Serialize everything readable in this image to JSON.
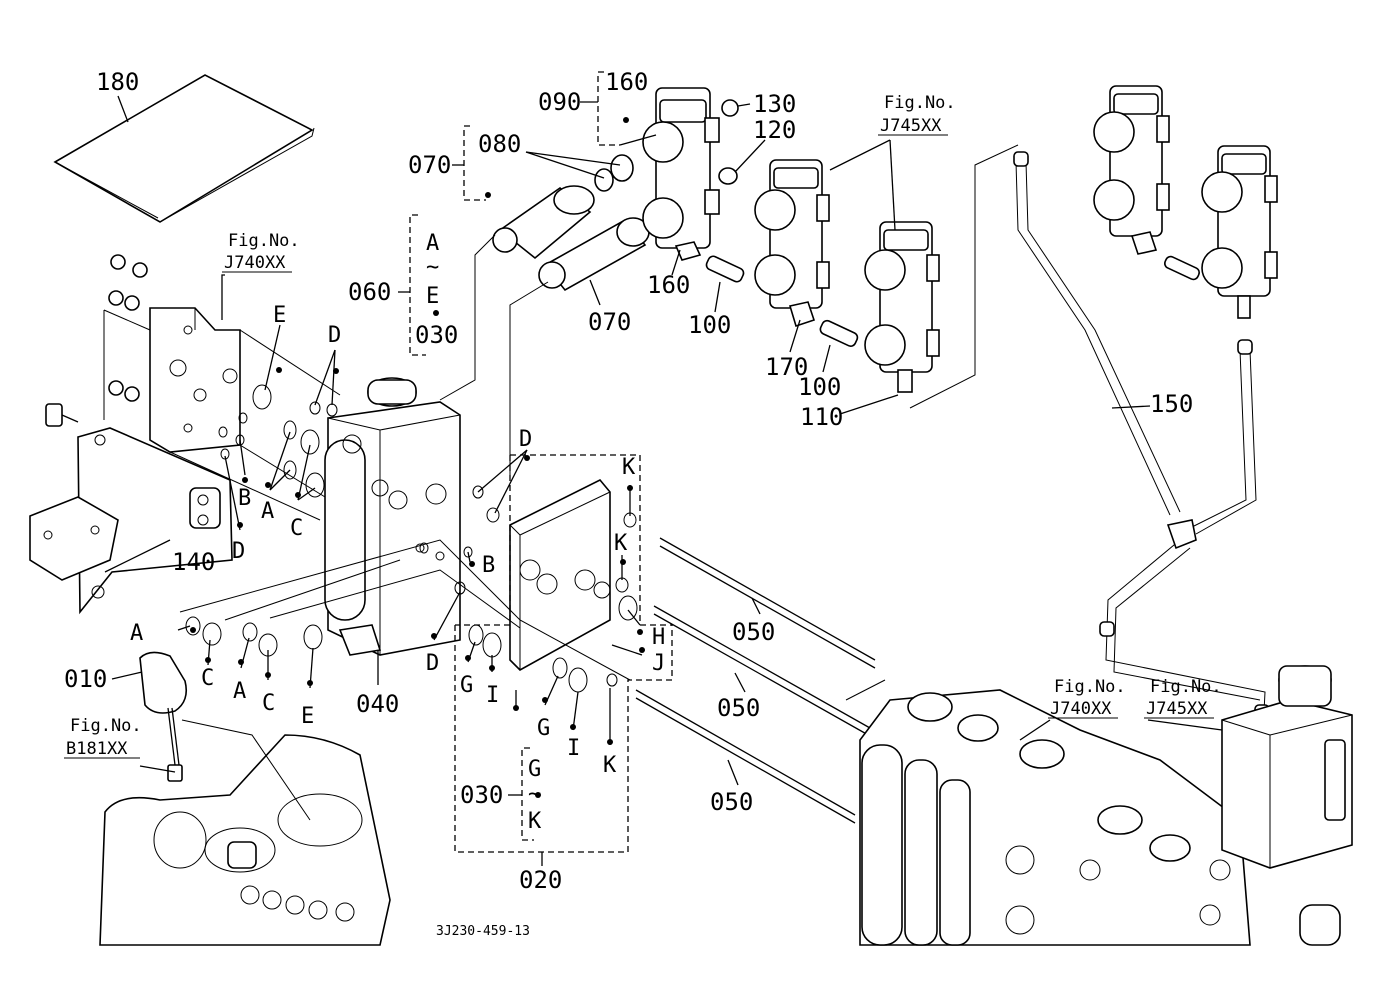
{
  "labels": {
    "p180": "180",
    "p160a": "160",
    "p090": "090",
    "p130": "130",
    "p120": "120",
    "p080": "080",
    "p070a": "070",
    "p060": "060",
    "p030a": "030",
    "p160b": "160",
    "p070b": "070",
    "p100a": "100",
    "p170": "170",
    "p100b": "100",
    "p110": "110",
    "p150": "150",
    "p140": "140",
    "p050a": "050",
    "p050b": "050",
    "p050c": "050",
    "p040": "040",
    "p010": "010",
    "p030b": "030",
    "p020": "020"
  },
  "letters": {
    "rangeAE_top": "A",
    "rangeAE_tilde": "~",
    "rangeAE_bottom": "E",
    "rangeGK_top": "G",
    "rangeGK_tilde": "~",
    "rangeGK_bottom": "K",
    "A1": "A",
    "A2": "A",
    "A3": "A",
    "B1": "B",
    "B2": "B",
    "C1": "C",
    "C2": "C",
    "C3": "C",
    "D1": "D",
    "D2": "D",
    "D3": "D",
    "D4": "D",
    "E1": "E",
    "E2": "E",
    "G1": "G",
    "G2": "G",
    "H1": "H",
    "I1": "I",
    "I2": "I",
    "J1": "J",
    "K1": "K",
    "K2": "K",
    "K3": "K"
  },
  "fig_refs": {
    "j740_top": {
      "title": "Fig.No.",
      "code": "J740XX"
    },
    "j745_top": {
      "title": "Fig.No.",
      "code": "J745XX"
    },
    "b181": {
      "title": "Fig.No.",
      "code": "B181XX"
    },
    "j740_bottom": {
      "title": "Fig.No.",
      "code": "J740XX"
    },
    "j745_bottom": {
      "title": "Fig.No.",
      "code": "J745XX"
    }
  },
  "drawing_code": "3J230-459-13"
}
